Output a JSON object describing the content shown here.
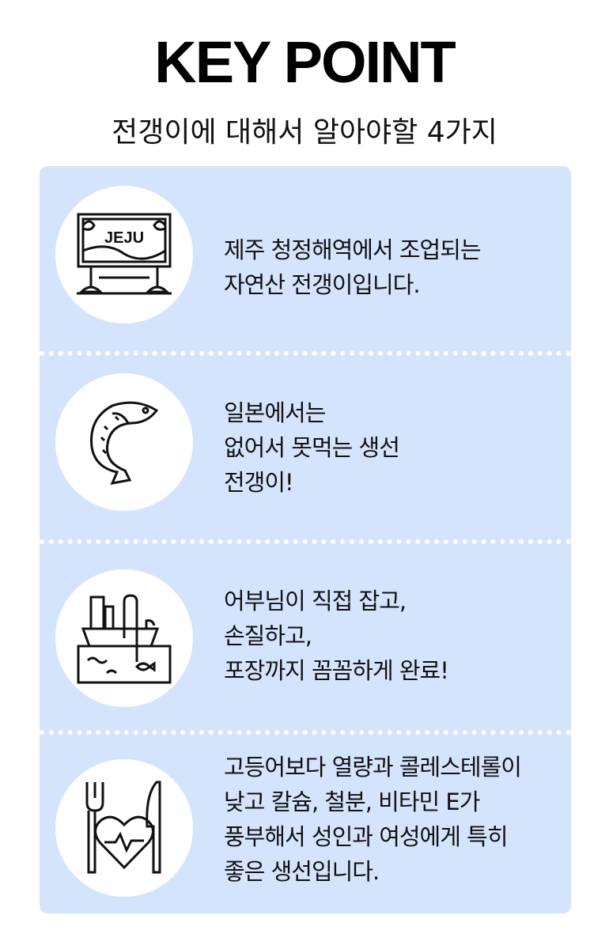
{
  "header": {
    "title": "KEY POINT",
    "subtitle": "전갱이에 대해서 알아야할 4가지"
  },
  "points": [
    {
      "icon": "jeju-sign-icon",
      "sign_text": "JEJU",
      "lines": [
        "제주 청정해역에서 조업되는",
        "자연산 전갱이입니다."
      ]
    },
    {
      "icon": "fish-icon",
      "lines": [
        "일본에서는",
        "없어서 못먹는 생선",
        "전갱이!"
      ]
    },
    {
      "icon": "fishing-boat-icon",
      "lines": [
        "어부님이 직접 잡고,",
        "손질하고,",
        "포장까지 꼼꼼하게 완료!"
      ]
    },
    {
      "icon": "healthy-food-heart-icon",
      "lines": [
        "고등어보다 열량과 콜레스테롤이",
        "낮고 칼슘, 철분, 비타민 E가",
        "풍부해서 성인과 여성에게 특히",
        "좋은 생선입니다."
      ]
    }
  ],
  "colors": {
    "card": "#d5e4fd",
    "text": "#111111"
  }
}
